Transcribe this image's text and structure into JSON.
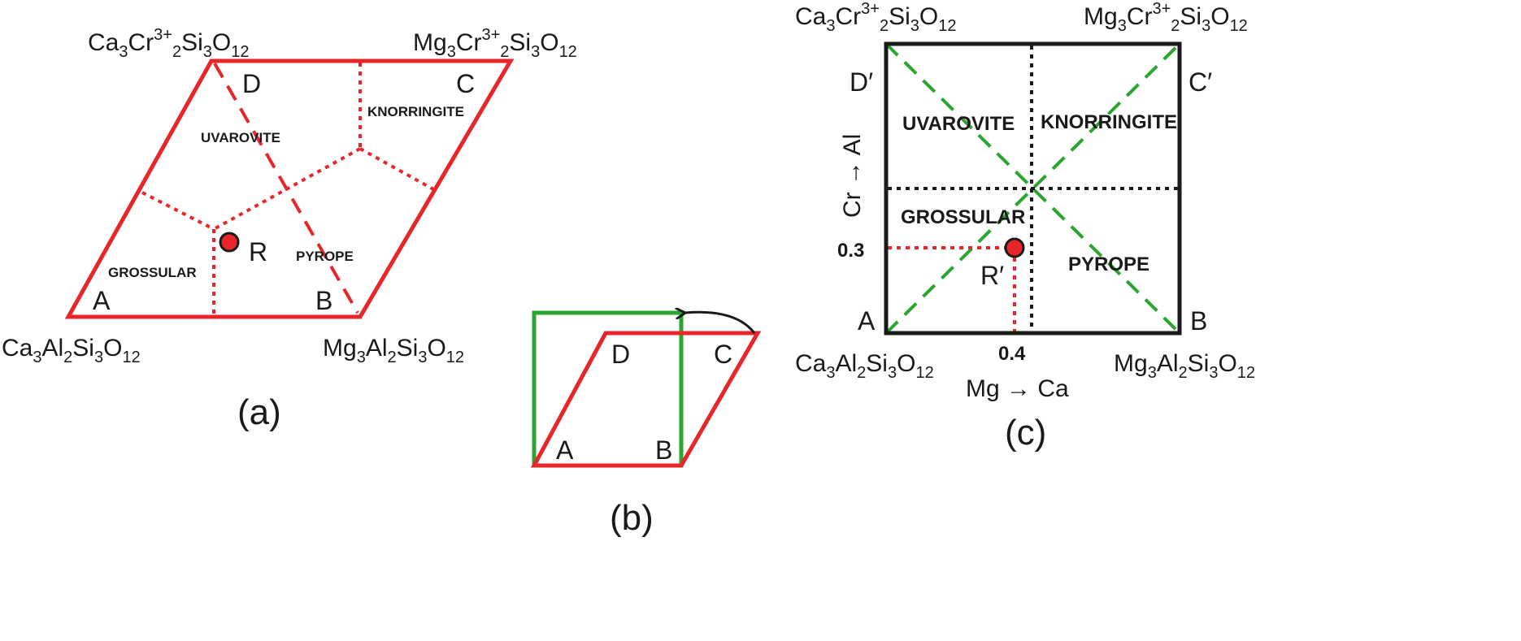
{
  "colors": {
    "red": "#e8262a",
    "green": "#2aa52f",
    "black": "#1a1a1a",
    "green_dashed": "#2aa52f"
  },
  "panel_a": {
    "caption": "(a)",
    "formulas": {
      "top_left": [
        "Ca",
        "3",
        "Cr",
        "3+",
        "2",
        "Si",
        "3",
        "O",
        "12"
      ],
      "top_right": [
        "Mg",
        "3",
        "Cr",
        "3+",
        "2",
        "Si",
        "3",
        "O",
        "12"
      ],
      "bottom_left": [
        "Ca",
        "3",
        "Al",
        "2",
        "Si",
        "3",
        "O",
        "12"
      ],
      "bottom_right": [
        "Mg",
        "3",
        "Al",
        "2",
        "Si",
        "3",
        "O",
        "12"
      ]
    },
    "vertices": {
      "A": "A",
      "B": "B",
      "C": "C",
      "D": "D"
    },
    "point_label": "R",
    "regions": {
      "uvarovite": "UVAROVITE",
      "knorringite": "KNORRINGITE",
      "grossular": "GROSSULAR",
      "pyrope": "PYROPE"
    }
  },
  "panel_b": {
    "caption": "(b)",
    "vertices": {
      "A": "A",
      "B": "B",
      "C": "C",
      "D": "D"
    }
  },
  "panel_c": {
    "caption": "(c)",
    "formulas": {
      "top_left": [
        "Ca",
        "3",
        "Cr",
        "3+",
        "2",
        "Si",
        "3",
        "O",
        "12"
      ],
      "top_right": [
        "Mg",
        "3",
        "Cr",
        "3+",
        "2",
        "Si",
        "3",
        "O",
        "12"
      ],
      "bottom_left": [
        "Ca",
        "3",
        "Al",
        "2",
        "Si",
        "3",
        "O",
        "12"
      ],
      "bottom_right": [
        "Mg",
        "3",
        "Al",
        "2",
        "Si",
        "3",
        "O",
        "12"
      ]
    },
    "vertices": {
      "A": "A",
      "B": "B",
      "C_prime": "C′",
      "D_prime": "D′"
    },
    "point_label": "R′",
    "regions": {
      "uvarovite": "UVAROVITE",
      "knorringite": "KNORRINGITE",
      "grossular": "GROSSULAR",
      "pyrope": "PYROPE"
    },
    "x_axis_label": "Mg → Ca",
    "y_axis_label": "Cr → Al",
    "x_tick": "0.4",
    "y_tick": "0.3"
  }
}
